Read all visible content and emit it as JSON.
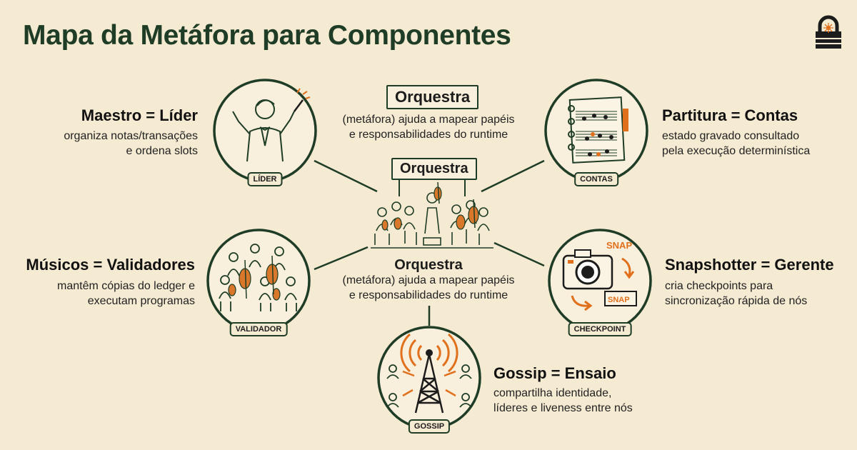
{
  "title": "Mapa da Metáfora para Componentes",
  "colors": {
    "accent": "#e0701c",
    "line": "#1f3d26",
    "background": "#f5ead2"
  },
  "center": {
    "top_box": "Orquestra",
    "top_desc": [
      "(metáfora) ajuda a mapear papéis",
      "e responsabilidades do runtime"
    ],
    "banner": "Orquestra",
    "bottom_label": "Orquestra",
    "bottom_desc": [
      "(metáfora) ajuda a mapear papéis",
      "e responsabilidades do runtime"
    ]
  },
  "nodes": {
    "lider": {
      "tag": "LÍDER",
      "icon": "conductor-icon",
      "title": "Maestro = Líder",
      "desc": [
        "organiza notas/transações",
        "e ordena slots"
      ]
    },
    "contas": {
      "tag": "CONTAS",
      "icon": "score-notebook-icon",
      "title": "Partitura = Contas",
      "desc": [
        "estado gravado consultado",
        "pela execução determinística"
      ]
    },
    "validador": {
      "tag": "VALIDADOR",
      "icon": "musicians-icon",
      "title": "Músicos = Validadores",
      "desc": [
        "mantêm cópias do ledger e",
        "executam programas"
      ]
    },
    "checkpoint": {
      "tag": "CHECKPOINT",
      "icon": "camera-icon",
      "title": "Snapshotter = Gerente",
      "desc": [
        "cria checkpoints para",
        "sincronização rápida de nós"
      ],
      "snap_top": "SNAP",
      "snap_bottom": "SNAP"
    },
    "gossip": {
      "tag": "GOSSIP",
      "icon": "radio-tower-icon",
      "title": "Gossip = Ensaio",
      "desc": [
        "compartilha identidade,",
        "líderes e liveness entre nós"
      ]
    }
  }
}
